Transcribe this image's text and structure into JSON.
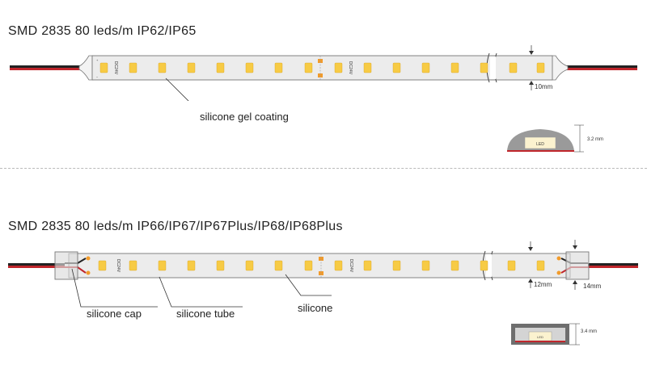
{
  "variant1": {
    "title": "SMD 2835 80 leds/m IP62/IP65",
    "callout_coating": "silicone gel coating",
    "dim_width": "10mm",
    "dim_height": "3.2 mm",
    "led_label": "LED",
    "voltage_label": "DC24V"
  },
  "variant2": {
    "title": "SMD 2835 80 leds/m IP66/IP67/IP67Plus/IP68/IP68Plus",
    "callout_cap": "silicone cap",
    "callout_tube": "silicone tube",
    "callout_silicone": "silicone",
    "dim_strip_width": "12mm",
    "dim_cap_width": "14mm",
    "dim_height": "3.4 mm",
    "led_label": "LED",
    "voltage_label": "DC24V"
  },
  "colors": {
    "led_yellow": "#f7cb45",
    "resistor_orange": "#f29b2b",
    "strip_fill": "#ececec",
    "wire_red": "#c0262c",
    "wire_black": "#222222",
    "coating_gray": "#9a9a9a"
  }
}
